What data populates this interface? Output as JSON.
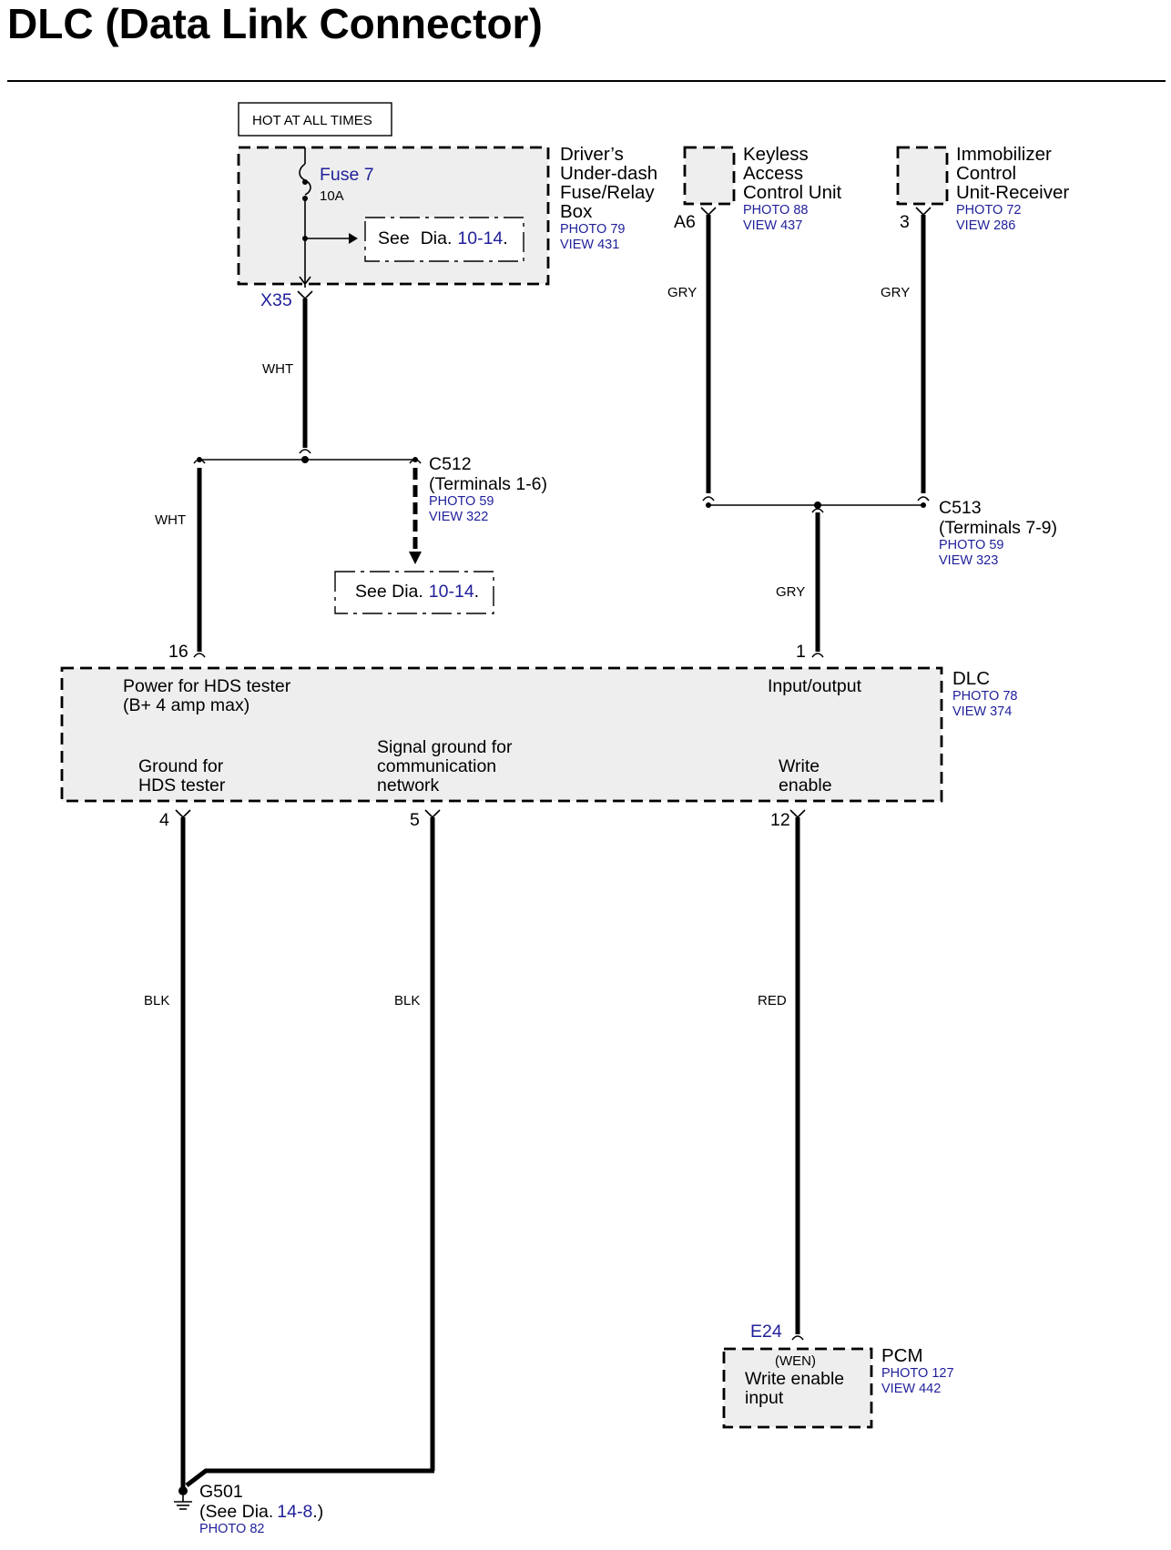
{
  "title": "DLC (Data Link Connector)",
  "hot_at_all_times": "HOT AT ALL TIMES",
  "fuse_box": {
    "fuse_name": "Fuse 7",
    "fuse_rating": "10A",
    "see_prefix": "See",
    "see_dia_word": "Dia.",
    "see_ref": "10-14",
    "see_suffix": ".",
    "name_lines": [
      "Driver’s",
      "Under-dash",
      "Fuse/Relay",
      "Box"
    ],
    "photo": "PHOTO 79",
    "view": "VIEW 431",
    "connector": "X35"
  },
  "keyless": {
    "name_lines": [
      "Keyless",
      "Access",
      "Control Unit"
    ],
    "photo": "PHOTO 88",
    "view": "VIEW 437",
    "terminal": "A6",
    "wire_color": "GRY"
  },
  "immobilizer": {
    "name_lines": [
      "Immobilizer",
      "Control",
      "Unit-Receiver"
    ],
    "photo": "PHOTO 72",
    "view": "VIEW 286",
    "terminal": "3",
    "wire_color": "GRY"
  },
  "c512": {
    "name": "C512",
    "terminals": "(Terminals 1-6)",
    "photo": "PHOTO 59",
    "view": "VIEW 322",
    "see_prefix": "See Dia.",
    "see_ref": "10-14",
    "see_suffix": "."
  },
  "c513": {
    "name": "C513",
    "terminals": "(Terminals 7-9)",
    "photo": "PHOTO 59",
    "view": "VIEW 323"
  },
  "wires": {
    "x35_wire": "WHT",
    "pin16_wire": "WHT",
    "pin1_wire": "GRY",
    "pin4_wire": "BLK",
    "pin5_wire": "BLK",
    "pin12_wire": "RED"
  },
  "dlc": {
    "name": "DLC",
    "photo": "PHOTO 78",
    "view": "VIEW 374",
    "pin16": "16",
    "pin1": "1",
    "pin4": "4",
    "pin5": "5",
    "pin12": "12",
    "power_lines": [
      "Power for HDS tester",
      "(B+ 4 amp max)"
    ],
    "io_label": "Input/output",
    "ground_lines": [
      "Ground for",
      "HDS tester"
    ],
    "signal_lines": [
      "Signal ground for",
      "communication",
      "network"
    ],
    "write_lines": [
      "Write",
      "enable"
    ]
  },
  "pcm": {
    "name": "PCM",
    "photo": "PHOTO 127",
    "view": "VIEW 442",
    "terminal": "E24",
    "wen": "(WEN)",
    "input_lines": [
      "Write enable",
      "input"
    ]
  },
  "g501": {
    "name": "G501",
    "see_prefix": "(See Dia.",
    "see_ref": "14-8",
    "see_suffix": ".)",
    "photo": "PHOTO 82"
  }
}
